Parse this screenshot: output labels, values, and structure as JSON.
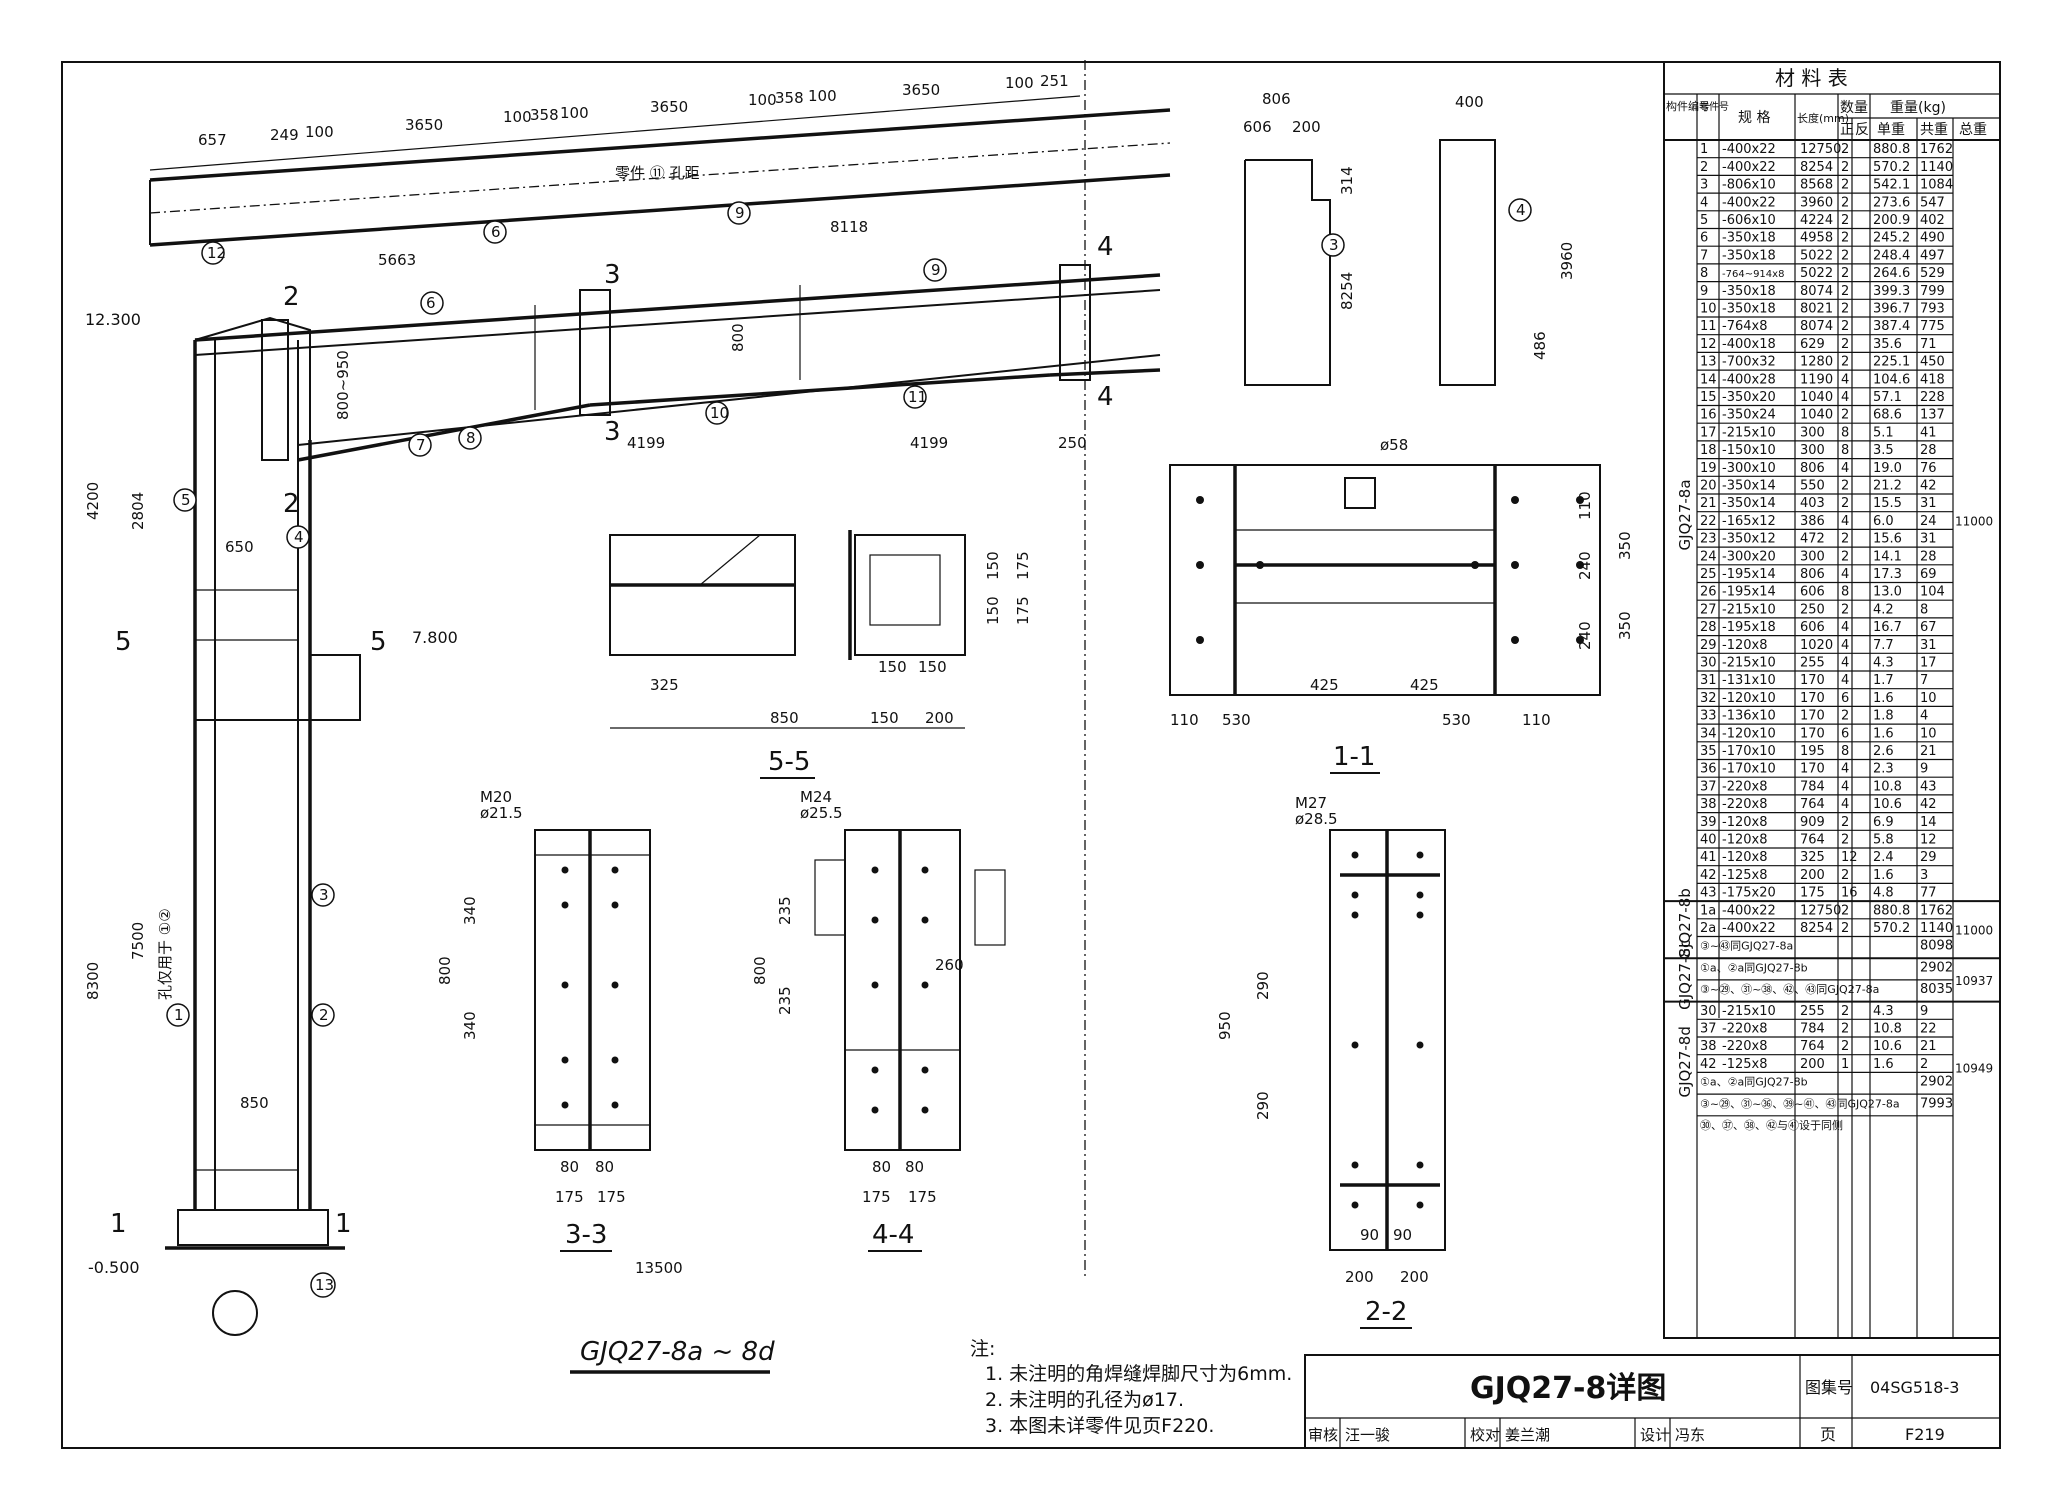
{
  "drawing_title": "GJQ27-8详图",
  "view_title": "GJQ27-8a ~ 8d",
  "title_block": {
    "atlas_label": "图集号",
    "atlas_no": "04SG518-3",
    "page_label": "页",
    "page_no": "F219",
    "review_label": "审核",
    "reviewer": "汪一骏",
    "check_label": "校对",
    "checker": "姜兰潮",
    "design_label": "设计",
    "designer": "冯东"
  },
  "notes": {
    "heading": "注:",
    "items": [
      "1. 未注明的角焊缝焊脚尺寸为6mm.",
      "2. 未注明的孔径为ø17.",
      "3. 本图未详零件见页F220."
    ]
  },
  "sections": {
    "s55": "5-5",
    "s11": "1-1",
    "s33": "3-3",
    "s44": "4-4",
    "s22": "2-2"
  },
  "elevations": [
    "12.300",
    "7.800",
    "-0.500"
  ],
  "main_dims": {
    "total_span": "13500",
    "h4200": "4200",
    "h8300": "8300",
    "h7500": "7500",
    "h2804": "2804",
    "w650": "650",
    "w850": "850",
    "w5663": "5663",
    "w8118": "8118",
    "w4199a": "4199",
    "w4199b": "4199",
    "w250": "250",
    "d800": "800",
    "d800950": "800~950",
    "top_dims": [
      "657",
      "249",
      "100",
      "3650",
      "100",
      "358",
      "100",
      "3650",
      "100",
      "358",
      "100",
      "3650",
      "100",
      "251"
    ],
    "hole_note": "零件 ⑪ 孔距",
    "col_note": "孔仅用于 ①②"
  },
  "material_table": {
    "title": "材 料 表",
    "headers": {
      "member": "构件编号",
      "part": "零件号",
      "spec": "规 格",
      "length": "长度(mm)",
      "qty": "数量",
      "qty_pos": "正",
      "qty_neg": "反",
      "weight": "重量(kg)",
      "unit": "单重",
      "total": "共重",
      "grand": "总重"
    },
    "groups": [
      {
        "member": "GJQ27-8a",
        "grand": "11000",
        "rows": [
          [
            "1",
            "-400x22",
            "12750",
            "2",
            "880.8",
            "1762"
          ],
          [
            "2",
            "-400x22",
            "8254",
            "2",
            "570.2",
            "1140"
          ],
          [
            "3",
            "-806x10",
            "8568",
            "2",
            "542.1",
            "1084"
          ],
          [
            "4",
            "-400x22",
            "3960",
            "2",
            "273.6",
            "547"
          ],
          [
            "5",
            "-606x10",
            "4224",
            "2",
            "200.9",
            "402"
          ],
          [
            "6",
            "-350x18",
            "4958",
            "2",
            "245.2",
            "490"
          ],
          [
            "7",
            "-350x18",
            "5022",
            "2",
            "248.4",
            "497"
          ],
          [
            "8",
            "-764~914x8",
            "5022",
            "2",
            "264.6",
            "529"
          ],
          [
            "9",
            "-350x18",
            "8074",
            "2",
            "399.3",
            "799"
          ],
          [
            "10",
            "-350x18",
            "8021",
            "2",
            "396.7",
            "793"
          ],
          [
            "11",
            "-764x8",
            "8074",
            "2",
            "387.4",
            "775"
          ],
          [
            "12",
            "-400x18",
            "629",
            "2",
            "35.6",
            "71"
          ],
          [
            "13",
            "-700x32",
            "1280",
            "2",
            "225.1",
            "450"
          ],
          [
            "14",
            "-400x28",
            "1190",
            "4",
            "104.6",
            "418"
          ],
          [
            "15",
            "-350x20",
            "1040",
            "4",
            "57.1",
            "228"
          ],
          [
            "16",
            "-350x24",
            "1040",
            "2",
            "68.6",
            "137"
          ],
          [
            "17",
            "-215x10",
            "300",
            "8",
            "5.1",
            "41"
          ],
          [
            "18",
            "-150x10",
            "300",
            "8",
            "3.5",
            "28"
          ],
          [
            "19",
            "-300x10",
            "806",
            "4",
            "19.0",
            "76"
          ],
          [
            "20",
            "-350x14",
            "550",
            "2",
            "21.2",
            "42"
          ],
          [
            "21",
            "-350x14",
            "403",
            "2",
            "15.5",
            "31"
          ],
          [
            "22",
            "-165x12",
            "386",
            "4",
            "6.0",
            "24"
          ],
          [
            "23",
            "-350x12",
            "472",
            "2",
            "15.6",
            "31"
          ],
          [
            "24",
            "-300x20",
            "300",
            "2",
            "14.1",
            "28"
          ],
          [
            "25",
            "-195x14",
            "806",
            "4",
            "17.3",
            "69"
          ],
          [
            "26",
            "-195x14",
            "606",
            "8",
            "13.0",
            "104"
          ],
          [
            "27",
            "-215x10",
            "250",
            "2",
            "4.2",
            "8"
          ],
          [
            "28",
            "-195x18",
            "606",
            "4",
            "16.7",
            "67"
          ],
          [
            "29",
            "-120x8",
            "1020",
            "4",
            "7.7",
            "31"
          ],
          [
            "30",
            "-215x10",
            "255",
            "4",
            "4.3",
            "17"
          ],
          [
            "31",
            "-131x10",
            "170",
            "4",
            "1.7",
            "7"
          ],
          [
            "32",
            "-120x10",
            "170",
            "6",
            "1.6",
            "10"
          ],
          [
            "33",
            "-136x10",
            "170",
            "2",
            "1.8",
            "4"
          ],
          [
            "34",
            "-120x10",
            "170",
            "6",
            "1.6",
            "10"
          ],
          [
            "35",
            "-170x10",
            "195",
            "8",
            "2.6",
            "21"
          ],
          [
            "36",
            "-170x10",
            "170",
            "4",
            "2.3",
            "9"
          ],
          [
            "37",
            "-220x8",
            "784",
            "4",
            "10.8",
            "43"
          ],
          [
            "38",
            "-220x8",
            "764",
            "4",
            "10.6",
            "42"
          ],
          [
            "39",
            "-120x8",
            "909",
            "2",
            "6.9",
            "14"
          ],
          [
            "40",
            "-120x8",
            "764",
            "2",
            "5.8",
            "12"
          ],
          [
            "41",
            "-120x8",
            "325",
            "12",
            "2.4",
            "29"
          ],
          [
            "42",
            "-125x8",
            "200",
            "2",
            "1.6",
            "3"
          ],
          [
            "43",
            "-175x20",
            "175",
            "16",
            "4.8",
            "77"
          ]
        ]
      },
      {
        "member": "GJQ27-8b",
        "grand": "11000",
        "rows": [
          [
            "1a",
            "-400x22",
            "12750",
            "2",
            "880.8",
            "1762"
          ],
          [
            "2a",
            "-400x22",
            "8254",
            "2",
            "570.2",
            "1140"
          ]
        ],
        "remarks": [
          [
            "③~㊸同GJQ27-8a",
            "8098"
          ]
        ]
      },
      {
        "member": "GJQ27-8c",
        "grand": "10937",
        "remarks": [
          [
            "①a、②a同GJQ27-8b",
            "2902"
          ],
          [
            "③~㉙、㉛~㊳、㊷、㊸同GJQ27-8a",
            "8035"
          ]
        ]
      },
      {
        "member": "GJQ27-8d",
        "grand": "10949",
        "remarks": [
          [
            "①a、②a同GJQ27-8b",
            "2902"
          ],
          [
            "③~㉙、㉛~㊱、㊴~㊶、㊸同GJQ27-8a",
            "7993"
          ]
        ],
        "rows": [
          [
            "30",
            "-215x10",
            "255",
            "2",
            "4.3",
            "9"
          ],
          [
            "37",
            "-220x8",
            "784",
            "2",
            "10.8",
            "22"
          ],
          [
            "38",
            "-220x8",
            "764",
            "2",
            "10.6",
            "21"
          ],
          [
            "42",
            "-125x8",
            "200",
            "1",
            "1.6",
            "2"
          ]
        ],
        "footer": "㉚、㊲、㊳、㊷与㊶设于同侧"
      }
    ]
  }
}
